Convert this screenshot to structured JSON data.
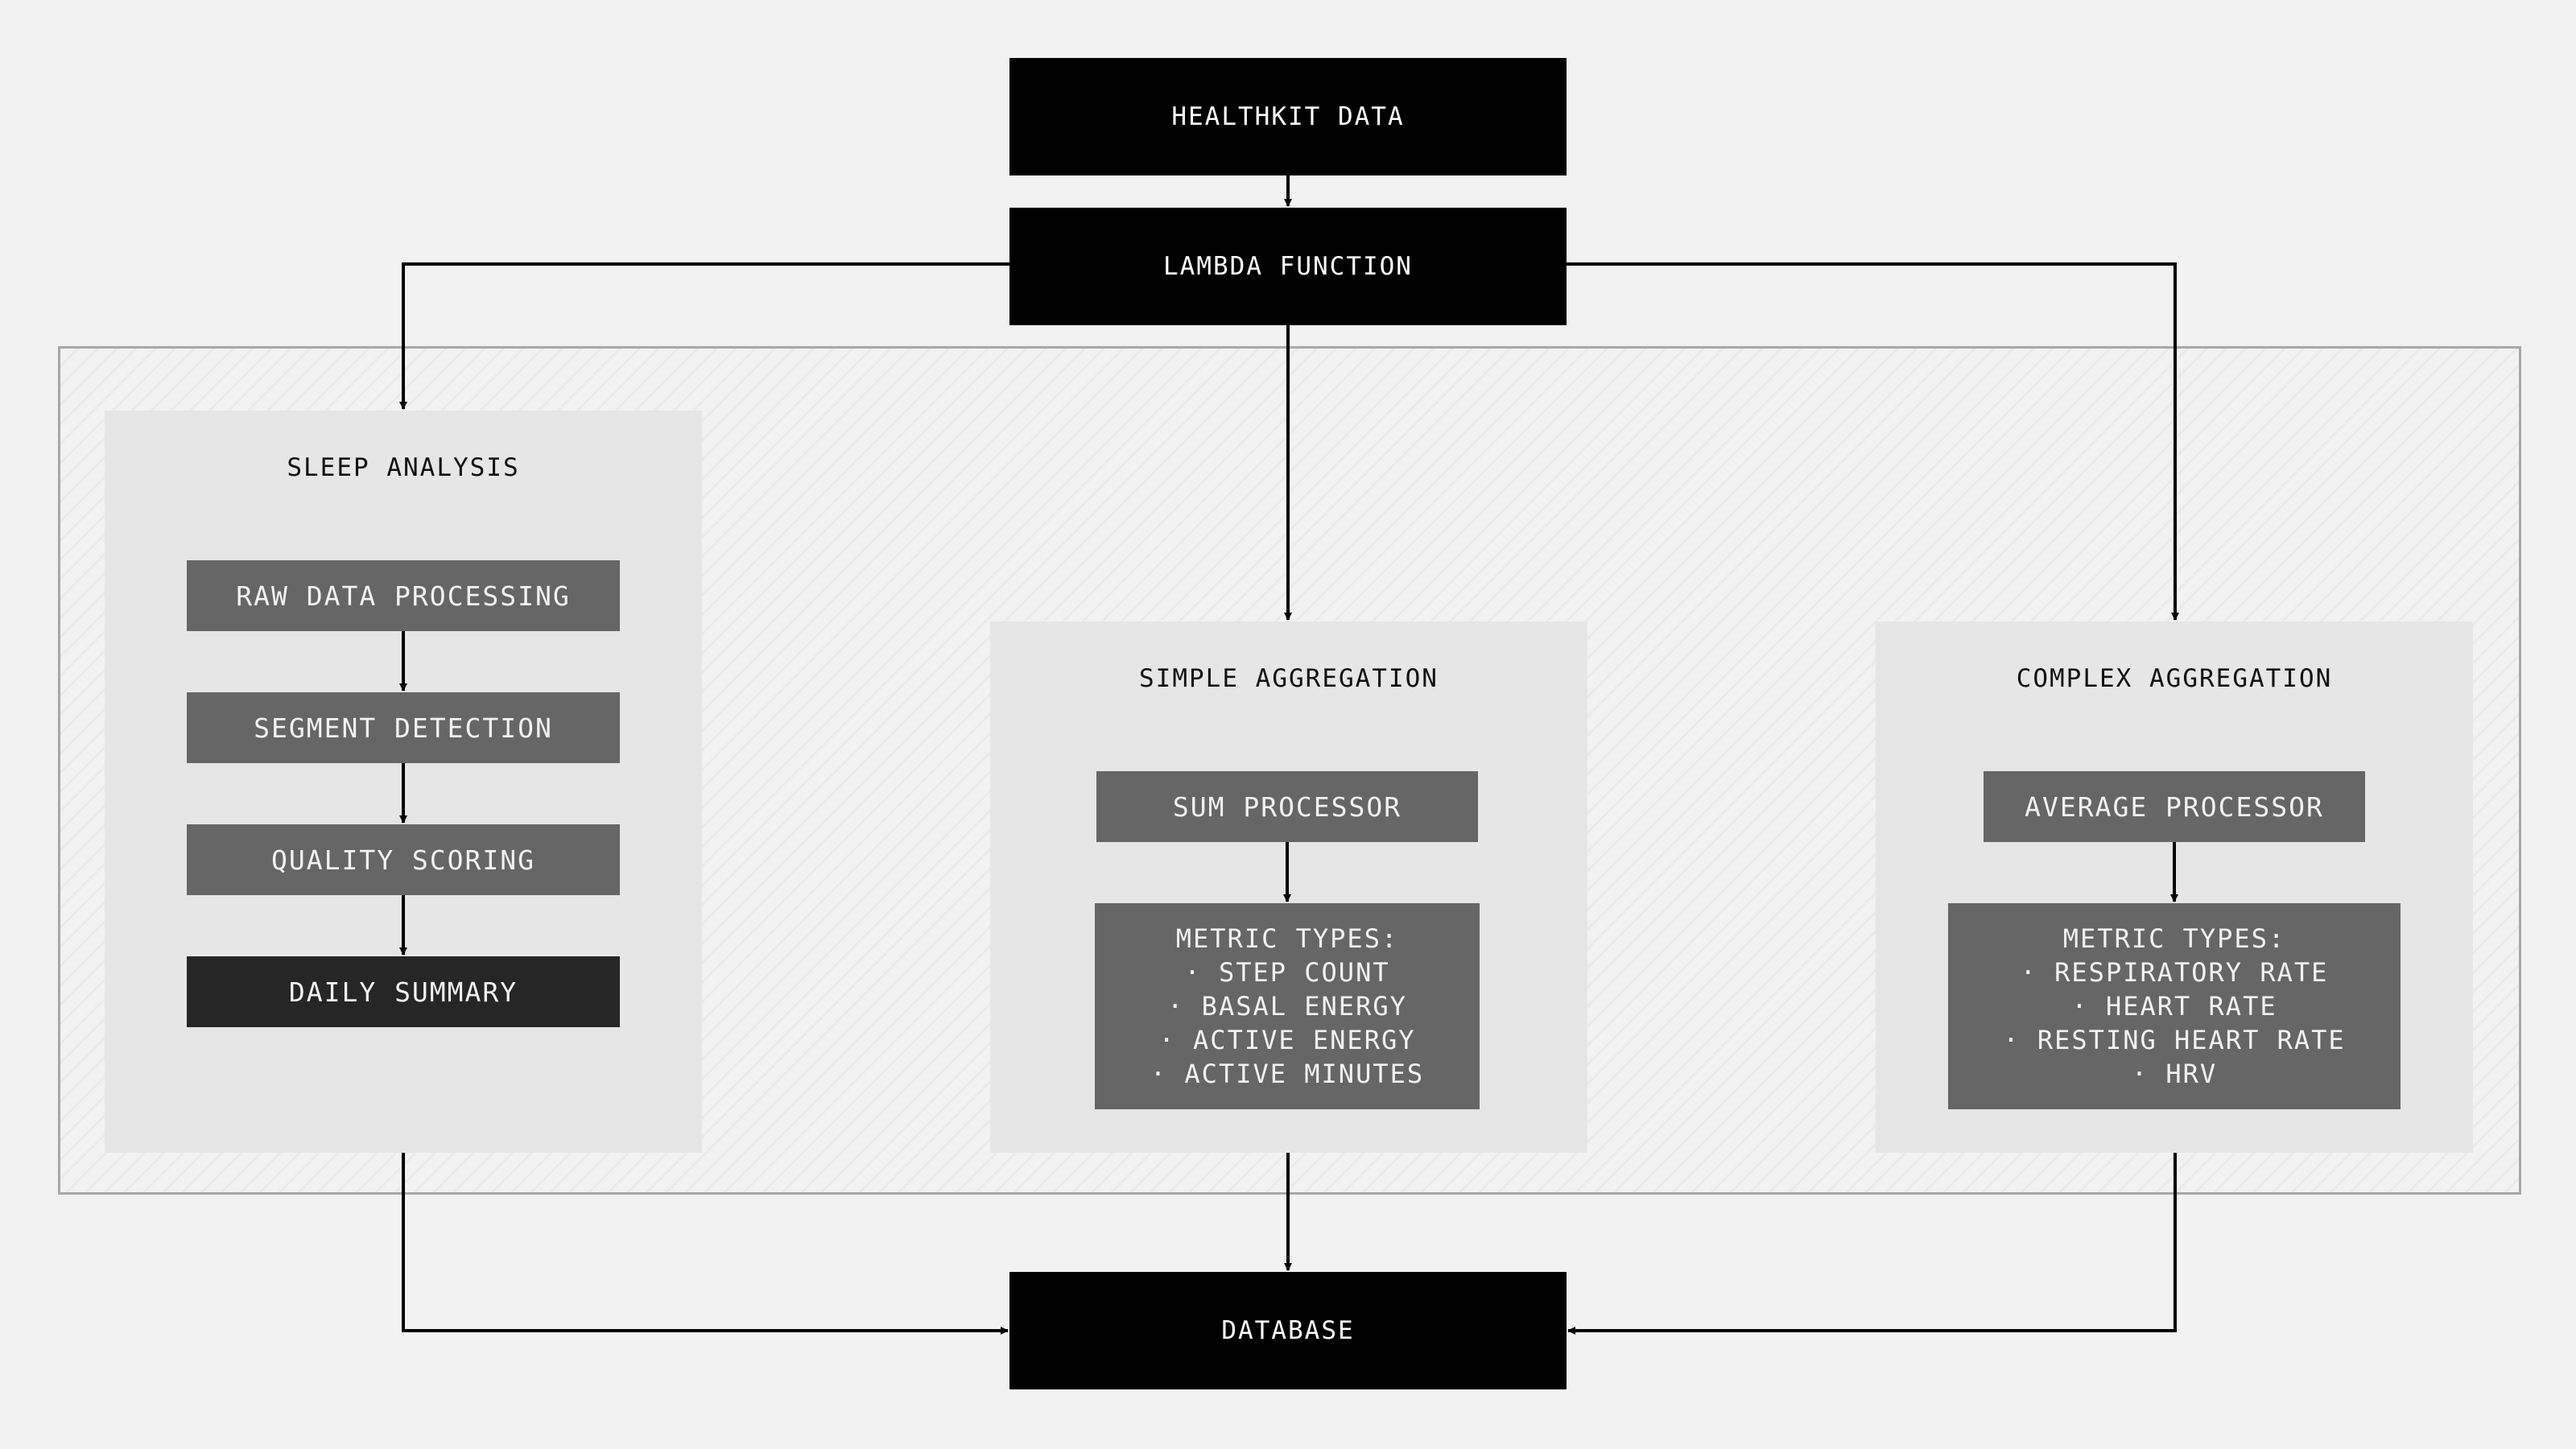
{
  "nodes": {
    "healthkit": "HEALTHKIT DATA",
    "lambda": "LAMBDA FUNCTION",
    "database": "DATABASE"
  },
  "sleep": {
    "title": "SLEEP ANALYSIS",
    "steps": [
      "RAW DATA PROCESSING",
      "SEGMENT DETECTION",
      "QUALITY SCORING",
      "DAILY SUMMARY"
    ]
  },
  "simple": {
    "title": "SIMPLE AGGREGATION",
    "processor": "SUM PROCESSOR",
    "metrics_header": "METRIC TYPES:",
    "metrics": [
      "· STEP COUNT",
      "· BASAL ENERGY",
      "· ACTIVE ENERGY",
      "· ACTIVE MINUTES"
    ]
  },
  "complex": {
    "title": "COMPLEX AGGREGATION",
    "processor": "AVERAGE PROCESSOR",
    "metrics_header": "METRIC TYPES:",
    "metrics": [
      "· RESPIRATORY RATE",
      "· HEART RATE",
      "· RESTING HEART RATE",
      "· HRV"
    ]
  },
  "colors": {
    "background": "#f2f2f2",
    "panel": "#e6e6e6",
    "node_black": "#000000",
    "node_gray": "#666666",
    "node_dark": "#262626",
    "container_border": "#a8a8a8"
  }
}
